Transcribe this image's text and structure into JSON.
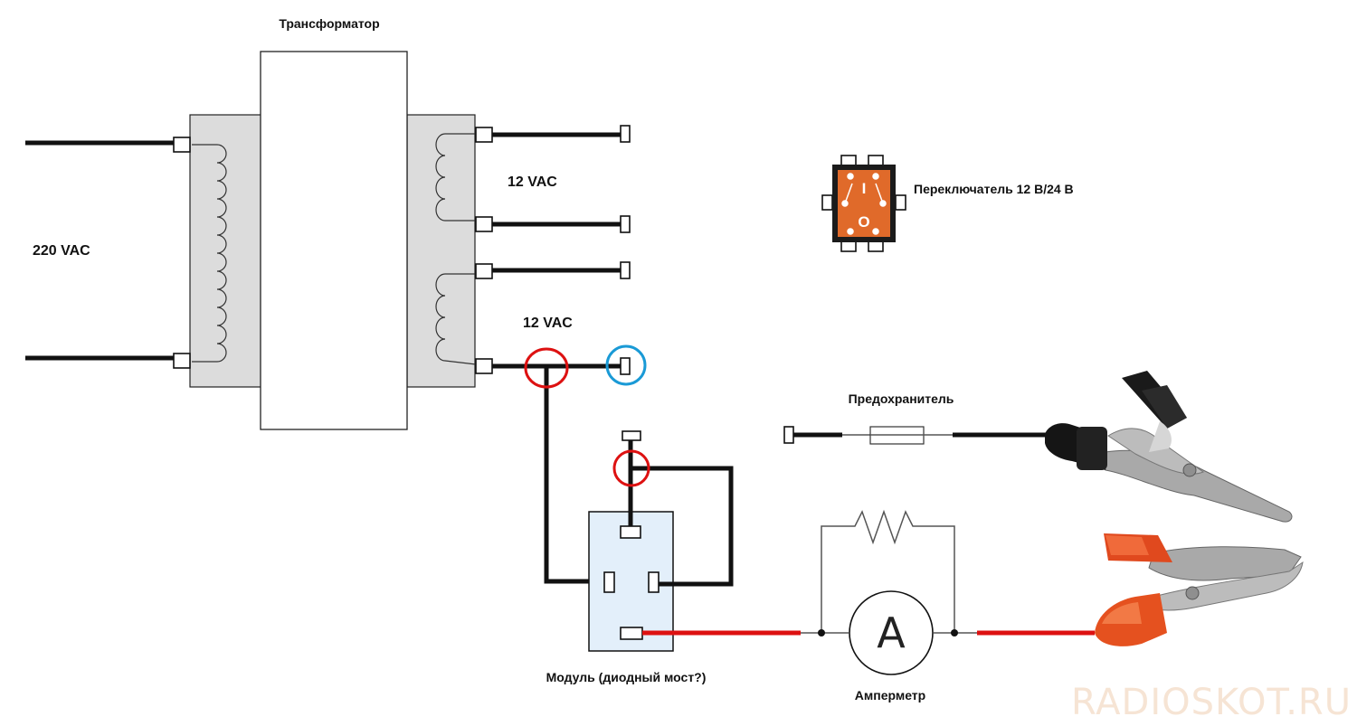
{
  "labels": {
    "transformer": "Трансформатор",
    "primary_voltage": "220 VAC",
    "secondary_voltage_1": "12 VAC",
    "secondary_voltage_2": "12 VAC",
    "switch": "Переключатель 12 В/24 В",
    "fuse": "Предохранитель",
    "module": "Модуль (диодный мост?)",
    "ammeter": "Амперметр"
  },
  "switch_symbols": {
    "on": "I",
    "off": "O"
  },
  "ammeter_symbol": "A",
  "watermark": "RADIOSKOT.RU",
  "colors": {
    "wire": "#111111",
    "positive_wire": "#dd1111",
    "highlight_red": "#dd1111",
    "highlight_blue": "#1a9ad6",
    "transformer_fill": "#dcdcdc",
    "module_fill": "#e3effa",
    "switch_fill": "#e06a2a"
  },
  "icons": {
    "negative_clamp": "black-alligator-clip-icon",
    "positive_clamp": "red-alligator-clip-icon"
  }
}
